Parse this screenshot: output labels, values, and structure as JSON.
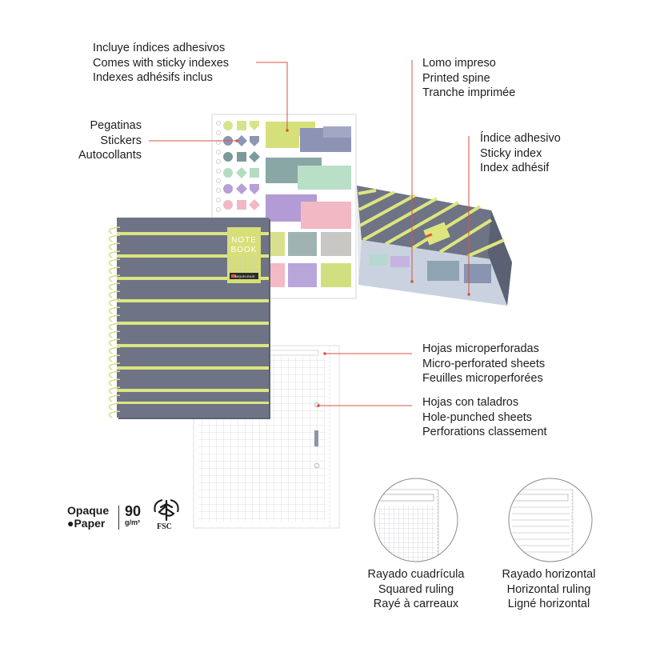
{
  "callouts": {
    "sticky_indexes": [
      "Incluye índices adhesivos",
      "Comes with sticky indexes",
      "Indexes adhésifs inclus"
    ],
    "stickers": [
      "Pegatinas",
      "Stickers",
      "Autocollants"
    ],
    "spine": [
      "Lomo impreso",
      "Printed spine",
      "Tranche imprimée"
    ],
    "sticky_index": [
      "Índice adhesivo",
      "Sticky index",
      "Index adhésif"
    ],
    "micro": [
      "Hojas microperforadas",
      "Micro-perforated sheets",
      "Feuilles microperforées"
    ],
    "holes": [
      "Hojas con taladros",
      "Hole-punched sheets",
      "Perforations classement"
    ]
  },
  "rulings": {
    "squared": [
      "Rayado cuadrícula",
      "Squared ruling",
      "Rayé à carreaux"
    ],
    "horizontal": [
      "Rayado horizontal",
      "Horizontal ruling",
      "Ligné horizontal"
    ]
  },
  "cover": {
    "line1": "NOTE",
    "line2": "BOOK",
    "brand": "MIQUELRIUS"
  },
  "badges": {
    "opaque": "Opaque",
    "paper": "Paper",
    "weight": "90",
    "unit": "g/m²",
    "fsc": "FSC"
  },
  "colors": {
    "cover": "#6e7486",
    "stripe": "#dde57e",
    "accent_line": "#d9533f"
  }
}
